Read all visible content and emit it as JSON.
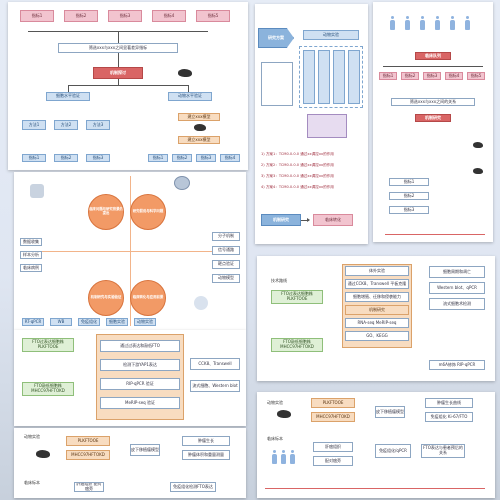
{
  "panel_a": {
    "top_groups": [
      "指标1",
      "指标2",
      "指标3",
      "指标4",
      "指标5"
    ],
    "combo": "筛选xxx与xxx之间显著差异指标",
    "mechanism": "机制探讨",
    "cell_level": "细胞水平验证",
    "animal_level": "动物水平验证",
    "methods": [
      "方法1",
      "方法2",
      "方法3"
    ],
    "model_top": "建立xxx模型",
    "model_bottom": "建立xxx模型",
    "bottom_indices": [
      "指标1",
      "指标2",
      "指标3"
    ],
    "bottom_right_indices": [
      "指标1",
      "指标2",
      "指标3",
      "指标4"
    ]
  },
  "panel_b": {
    "title": "研究方案",
    "header_box": "动物实验",
    "bullet_lines": [
      "1) 方案1：TCM0.0.0.0 通过xx调控xx的作用",
      "2) 方案2：TCM0.0.0.0 通过xx调控xx的作用",
      "3) 方案3：TCM0.0.0.0 通过xx调控xx的作用",
      "4) 方案4：TCM0.0.0.0 通过xx调控xx的作用"
    ],
    "flow_left": "机制研究",
    "flow_right": "临床转化"
  },
  "panel_c": {
    "top_box": "临床队列",
    "mid_box": "机制研究",
    "labels": [
      "指标1",
      "指标2",
      "指标3",
      "指标4",
      "指标5"
    ],
    "mid_caption": "筛选xxx与xxx之间的关系"
  },
  "panel_d": {
    "centers": [
      "临床问题与研究背景的提出",
      "研究假说与科学问题",
      "机制研究与实验验证",
      "临床转化与应用前景"
    ],
    "left_labels": [
      "数据收集",
      "样本分析",
      "临床病例"
    ],
    "bottom_labels": [
      "RT-qPCR",
      "WB",
      "免疫组化",
      "细胞实验",
      "动物实验"
    ],
    "right_labels": [
      "分子机制",
      "信号通路",
      "靶点验证",
      "动物模型"
    ]
  },
  "panel_e": {
    "title": "技术路线",
    "left_boxes": [
      "FTO过表达细胞株 PLKFTOOE",
      "FTO敲低细胞株 MHCC97HFTOKD"
    ],
    "right_boxes": [
      "体外实验",
      "通过CCK8、Transwell 平板克隆",
      "细胞增殖、迁移和侵袭能力",
      "机制研究",
      "RNA-seq MeRIP-seq",
      "GO、KEGG"
    ],
    "side_boxes": [
      "细胞周期和凋亡",
      "Western blot、qPCR",
      "流式细胞术检测"
    ],
    "bottom_box": "m6A修饰 RIP-qPCR"
  },
  "panel_f": {
    "left_boxes": [
      "FTO过表达细胞株 PLKFTOOE",
      "FTO敲低细胞株 MHCC97HFTOKD"
    ],
    "mech_boxes": [
      "通过过表达和敲低FTO",
      "检测下游YAP1表达",
      "RIP-qPCR 验证",
      "MeRIP-seq 验证"
    ],
    "result_boxes": [
      "CCK8、Transwell",
      "流式细胞、Western blot"
    ]
  },
  "panel_g": {
    "title": "动物实验",
    "boxes": [
      "PLKFTOOE",
      "MHCC97HFTOKD"
    ],
    "middle": "皮下移植瘤模型",
    "right": [
      "肿瘤生长",
      "肿瘤体积和重量测量"
    ],
    "clinical_title": "临床标本",
    "clinical_box": "肝癌组织 配对癌旁",
    "clinical_right": "免疫组化检测FTO表达"
  },
  "panel_h": {
    "animal_title": "动物实验",
    "boxes": [
      "PLKFTOOE",
      "MHCC97HFTOKD"
    ],
    "middle": "皮下移植瘤模型",
    "right": [
      "肿瘤生长曲线",
      "免疫组化 Ki-67/FTO"
    ],
    "clinical_title": "临床标本",
    "clinical_boxes": [
      "肝癌组织",
      "配对癌旁"
    ],
    "clinical_mid": "免疫组化/qPCR",
    "clinical_right": "FTO表达与患者预后的关系"
  },
  "colors": {
    "pink": "#f2c4cf",
    "red": "#d96565",
    "blue": "#cfe0f2",
    "peach": "#f8dcc0",
    "orange": "#f29a66",
    "green": "#dff0d6"
  }
}
